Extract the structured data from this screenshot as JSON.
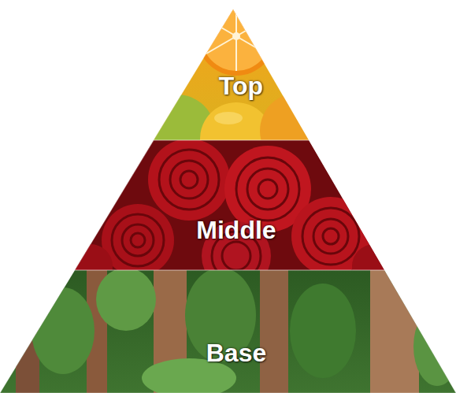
{
  "diagram": {
    "nodes": [
      {
        "text": [
          "Top"
        ]
      },
      {
        "text": [
          "Middle"
        ]
      },
      {
        "text": [
          "Base"
        ]
      }
    ]
  }
}
